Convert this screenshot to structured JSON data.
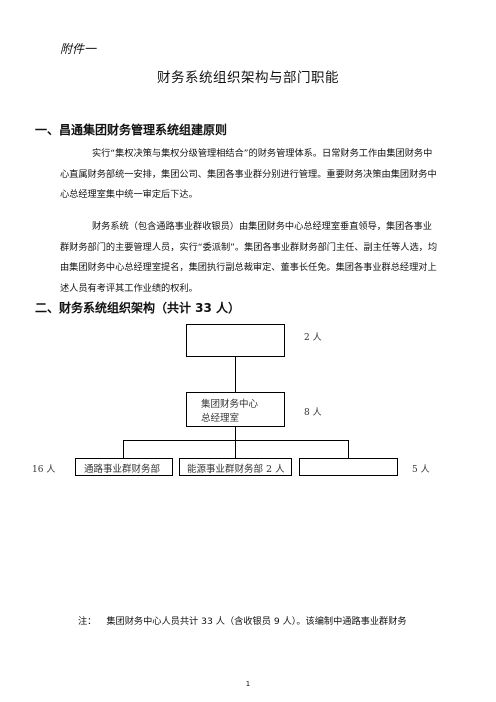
{
  "header": {
    "attachment": "附件一"
  },
  "title": "财务系统组织架构与部门职能",
  "section1": {
    "heading": "一、昌通集团财务管理系统组建原则",
    "para1": "实行“集权决策与集权分级管理相结合”的财务管理体系。日常财务工作由集团财务中心直属财务部统一安排，集团公司、集团各事业群分别进行管理。重要财务决策由集团财务中心总经理室集中统一审定后下达。",
    "para2": "财务系统（包含通路事业群收银员）由集团财务中心总经理室垂直领导，集团各事业群财务部门的主要管理人员，实行“委派制”。集团各事业群财务部门主任、副主任等人选，均由集团财务中心总经理室提名，集团执行副总裁审定、董事长任免。集团各事业群总经理对上述人员有考评其工作业绩的权利。"
  },
  "section2": {
    "heading": "二、财务系统组织架构（共计 33 人）"
  },
  "org_chart": {
    "top_box": {
      "label": "",
      "count": "2 人"
    },
    "center_box": {
      "line1": "集团财务中心",
      "line2": "总经理室",
      "count": "8 人"
    },
    "children": [
      {
        "label": "通路事业群财务部",
        "count": "16 人"
      },
      {
        "label": "能源事业群财务部 2 人",
        "count": ""
      },
      {
        "label": "",
        "count": "5 人"
      }
    ]
  },
  "note": {
    "label": "注：",
    "text": "集团财务中心人员共计 33 人（含收银员 9 人）。该编制中通路事业群财务"
  },
  "page_number": "1"
}
